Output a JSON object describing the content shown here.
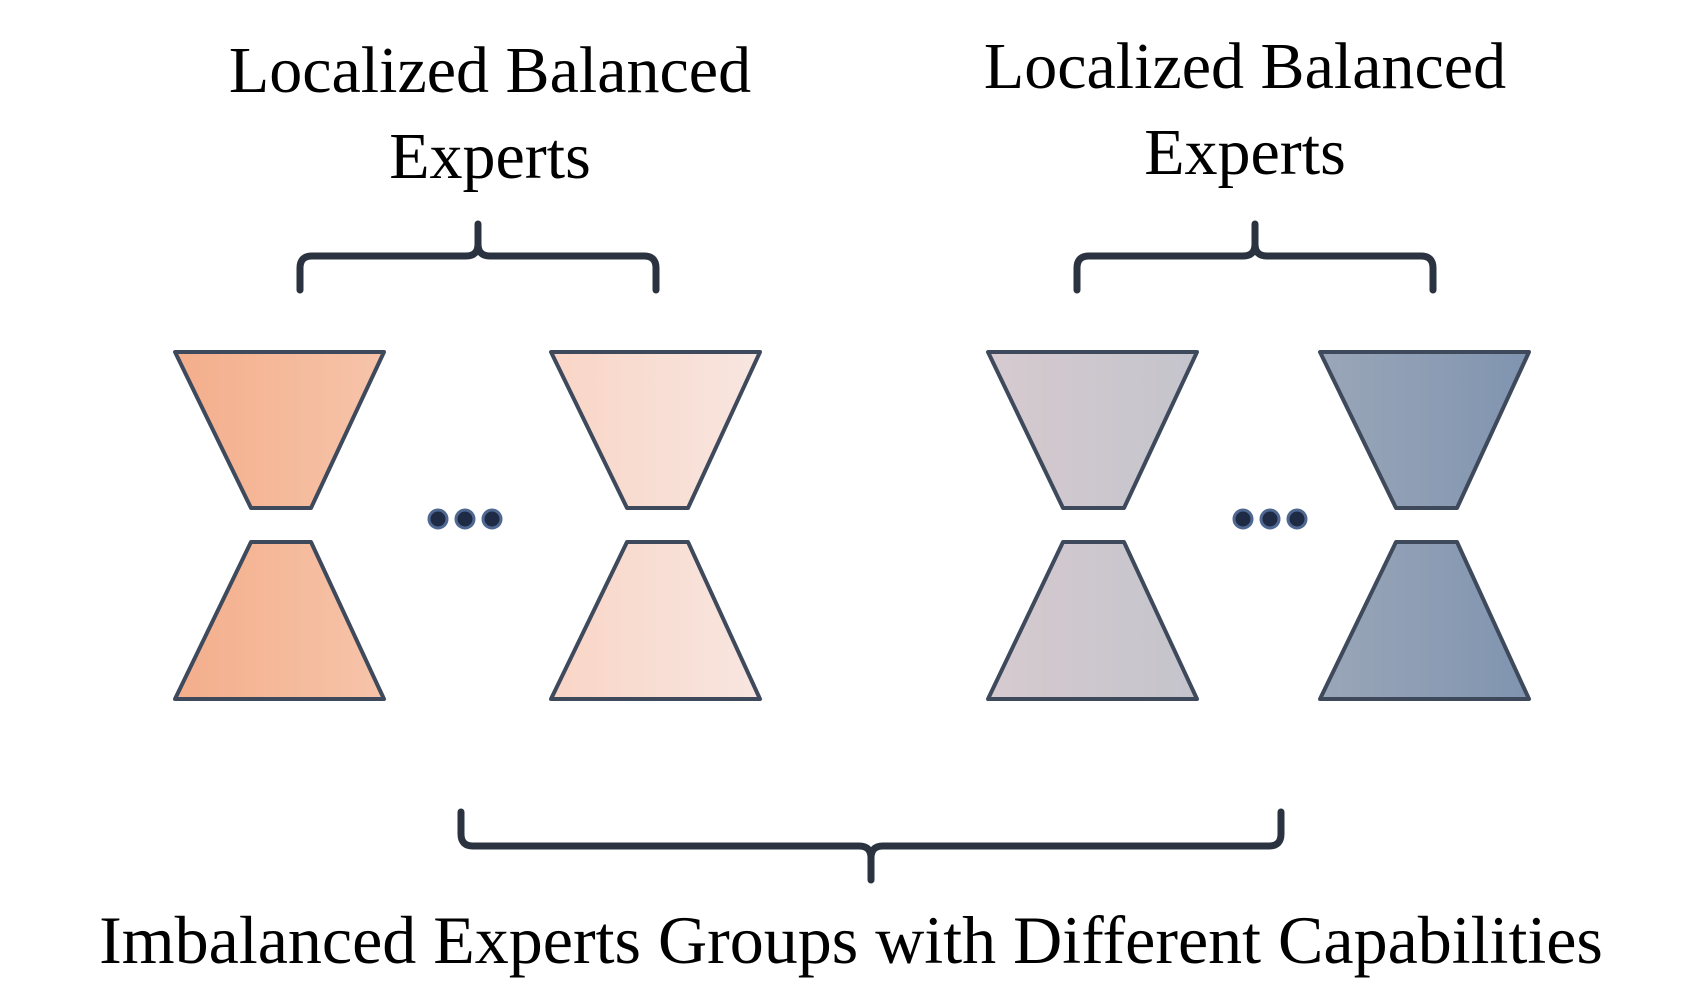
{
  "labels": {
    "left_group": {
      "line1": "Localized Balanced",
      "line2": "Experts"
    },
    "right_group": {
      "line1": "Localized Balanced",
      "line2": "Experts"
    },
    "bottom": "Imbalanced Experts Groups with Different Capabilities"
  },
  "experts": [
    {
      "group": "left",
      "gradient": [
        "#f4ae8b",
        "#f6c4aa"
      ]
    },
    {
      "group": "left",
      "gradient": [
        "#f9d5c6",
        "#f8e6e0"
      ]
    },
    {
      "group": "right",
      "gradient": [
        "#d6cacf",
        "#c4c4cc"
      ]
    },
    {
      "group": "right",
      "gradient": [
        "#9aa6b8",
        "#8094b0"
      ]
    }
  ],
  "colors": {
    "outline": "#3e4a5c",
    "bracket": "#2b3340",
    "ellipsis_fill": "#1f2b44",
    "ellipsis_ring": "#4f6892"
  }
}
